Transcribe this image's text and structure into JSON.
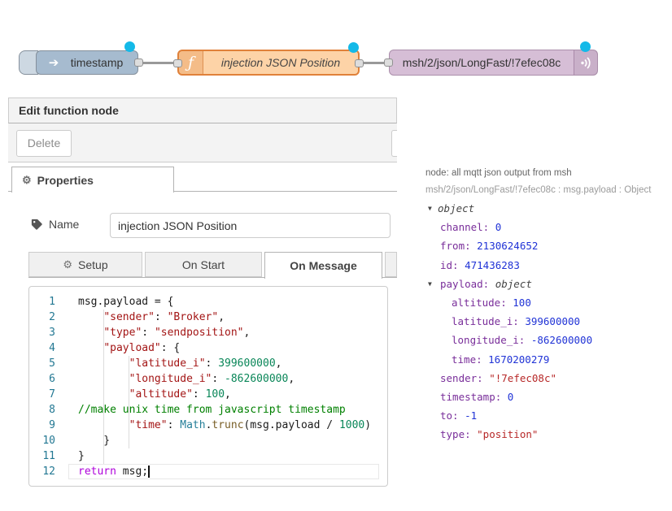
{
  "flow": {
    "inject_label": "timestamp",
    "function_label": "injection JSON Position",
    "mqtt_label": "msh/2/json/LongFast/!7efec08c"
  },
  "dialog": {
    "title": "Edit function node",
    "delete_label": "Delete",
    "properties_label": "Properties",
    "name_label": "Name",
    "name_value": "injection JSON Position",
    "tab_setup": "Setup",
    "tab_on_start": "On Start",
    "tab_on_message": "On Message"
  },
  "code": {
    "lines": [
      {
        "n": 1,
        "tokens": [
          [
            "msg.payload = {",
            "p"
          ]
        ]
      },
      {
        "n": 2,
        "tokens": [
          [
            "    ",
            "p"
          ],
          [
            "\"sender\"",
            "s"
          ],
          [
            ": ",
            "p"
          ],
          [
            "\"Broker\"",
            "s"
          ],
          [
            ",",
            "p"
          ]
        ]
      },
      {
        "n": 3,
        "tokens": [
          [
            "    ",
            "p"
          ],
          [
            "\"type\"",
            "s"
          ],
          [
            ": ",
            "p"
          ],
          [
            "\"sendposition\"",
            "s"
          ],
          [
            ",",
            "p"
          ]
        ]
      },
      {
        "n": 4,
        "tokens": [
          [
            "    ",
            "p"
          ],
          [
            "\"payload\"",
            "s"
          ],
          [
            ": {",
            "p"
          ]
        ]
      },
      {
        "n": 5,
        "tokens": [
          [
            "        ",
            "p"
          ],
          [
            "\"latitude_i\"",
            "s"
          ],
          [
            ": ",
            "p"
          ],
          [
            "399600000",
            "n"
          ],
          [
            ",",
            "p"
          ]
        ]
      },
      {
        "n": 6,
        "tokens": [
          [
            "        ",
            "p"
          ],
          [
            "\"longitude_i\"",
            "s"
          ],
          [
            ": ",
            "p"
          ],
          [
            "-862600000",
            "n"
          ],
          [
            ",",
            "p"
          ]
        ]
      },
      {
        "n": 7,
        "tokens": [
          [
            "        ",
            "p"
          ],
          [
            "\"altitude\"",
            "s"
          ],
          [
            ": ",
            "p"
          ],
          [
            "100",
            "n"
          ],
          [
            ",",
            "p"
          ]
        ]
      },
      {
        "n": 8,
        "tokens": [
          [
            "//make unix time from javascript timestamp",
            "c"
          ]
        ]
      },
      {
        "n": 9,
        "tokens": [
          [
            "        ",
            "p"
          ],
          [
            "\"time\"",
            "s"
          ],
          [
            ": ",
            "p"
          ],
          [
            "Math",
            "b"
          ],
          [
            ".",
            "p"
          ],
          [
            "trunc",
            "m"
          ],
          [
            "(msg.payload / ",
            "p"
          ],
          [
            "1000",
            "n"
          ],
          [
            ")",
            "p"
          ]
        ]
      },
      {
        "n": 10,
        "tokens": [
          [
            "    }",
            "p"
          ]
        ]
      },
      {
        "n": 11,
        "tokens": [
          [
            "}",
            "p"
          ]
        ]
      },
      {
        "n": 12,
        "tokens": [
          [
            "return",
            "k"
          ],
          [
            " msg;",
            "p"
          ]
        ],
        "current": true
      }
    ]
  },
  "debug": {
    "meta_node": "node: all mqtt json output from msh",
    "meta_topic": "msh/2/json/LongFast/!7efec08c : msg.payload : Object",
    "tree": [
      {
        "indent": 0,
        "expand": true,
        "key": "",
        "typeLabel": "object"
      },
      {
        "indent": 1,
        "expand": false,
        "key": "channel",
        "value": "0",
        "vt": "num"
      },
      {
        "indent": 1,
        "expand": false,
        "key": "from",
        "value": "2130624652",
        "vt": "num"
      },
      {
        "indent": 1,
        "expand": false,
        "key": "id",
        "value": "471436283",
        "vt": "num"
      },
      {
        "indent": 1,
        "expand": true,
        "key": "payload",
        "typeLabel": "object"
      },
      {
        "indent": 2,
        "expand": false,
        "key": "altitude",
        "value": "100",
        "vt": "num"
      },
      {
        "indent": 2,
        "expand": false,
        "key": "latitude_i",
        "value": "399600000",
        "vt": "num"
      },
      {
        "indent": 2,
        "expand": false,
        "key": "longitude_i",
        "value": "-862600000",
        "vt": "num"
      },
      {
        "indent": 2,
        "expand": false,
        "key": "time",
        "value": "1670200279",
        "vt": "num"
      },
      {
        "indent": 1,
        "expand": false,
        "key": "sender",
        "value": "\"!7efec08c\"",
        "vt": "str"
      },
      {
        "indent": 1,
        "expand": false,
        "key": "timestamp",
        "value": "0",
        "vt": "num"
      },
      {
        "indent": 1,
        "expand": false,
        "key": "to",
        "value": "-1",
        "vt": "num"
      },
      {
        "indent": 1,
        "expand": false,
        "key": "type",
        "value": "\"position\"",
        "vt": "str"
      }
    ]
  },
  "icons": {
    "inject_arrow": "➔",
    "function_f": "ƒ",
    "gear": "⚙",
    "expander_triangle": "▼"
  },
  "colors": {
    "inject_fill": "#a6bbcf",
    "function_fill": "#fdd3a7",
    "function_border": "#e0813a",
    "mqtt_fill": "#d6bed6",
    "changed_dot": "#14b9e8",
    "wire": "#999999",
    "code_string": "#a31515",
    "code_number": "#098658",
    "code_comment": "#008000",
    "code_keyword": "#af00db",
    "debug_key": "#792e9a",
    "debug_number": "#2033d6",
    "debug_string": "#b72828"
  }
}
